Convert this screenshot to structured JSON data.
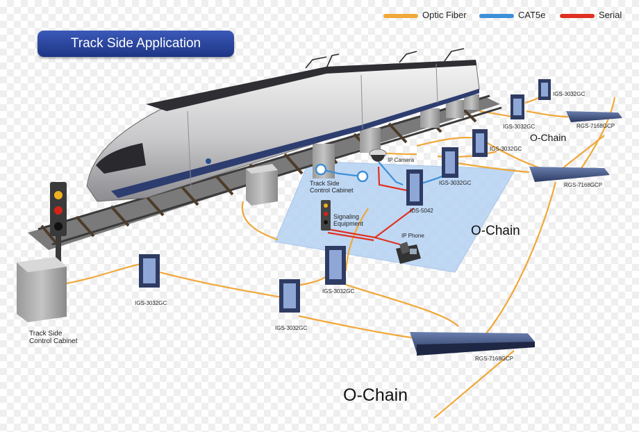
{
  "title": "Track Side Application",
  "legend": {
    "optic_fiber": {
      "label": "Optic Fiber",
      "color": "#f0a838"
    },
    "cat5e": {
      "label": "CAT5e",
      "color": "#3c8fd8"
    },
    "serial": {
      "label": "Serial",
      "color": "#e03020"
    }
  },
  "colors": {
    "fiber": "#f0a838",
    "cat5e": "#3c8fd8",
    "serial": "#e03020",
    "title_bg": "#1d3585",
    "platform": "#b9d4f3"
  },
  "chains": {
    "bottom": "O-Chain",
    "middle": "O-Chain",
    "top": "O-Chain"
  },
  "cabinet_left": {
    "line1": "Track Side",
    "line2": "Control Cabinet"
  },
  "cabinet_center": {
    "line1": "Track Side",
    "line2": "Control Cabinet"
  },
  "devices": {
    "igs_left": "IGS-3032GC",
    "igs_mid": "IGS-3032GC",
    "igs_platform": "IGS-3032GC",
    "igs_upper": "IGS-3032GC",
    "igs_top_a": "IGS-3032GC",
    "igs_top_b": "IGS-3032GC",
    "igs_top_c": "IGS-3032GC",
    "ids": "IDS-5042",
    "rgs_bottom": "RGS-7168GCP",
    "rgs_mid": "RGS-7168GCP",
    "rgs_top": "RGS-7168GCP"
  },
  "ip_camera": "IP Camera",
  "ip_phone": "IP Phone",
  "signaling": {
    "line1": "Signaling",
    "line2": "Equipment"
  },
  "icons": [
    "train-icon",
    "rail-track-icon",
    "traffic-signal-icon",
    "ip-camera-icon",
    "ip-phone-icon",
    "ethernet-switch-icon",
    "rack-switch-icon",
    "control-cabinet-icon"
  ]
}
